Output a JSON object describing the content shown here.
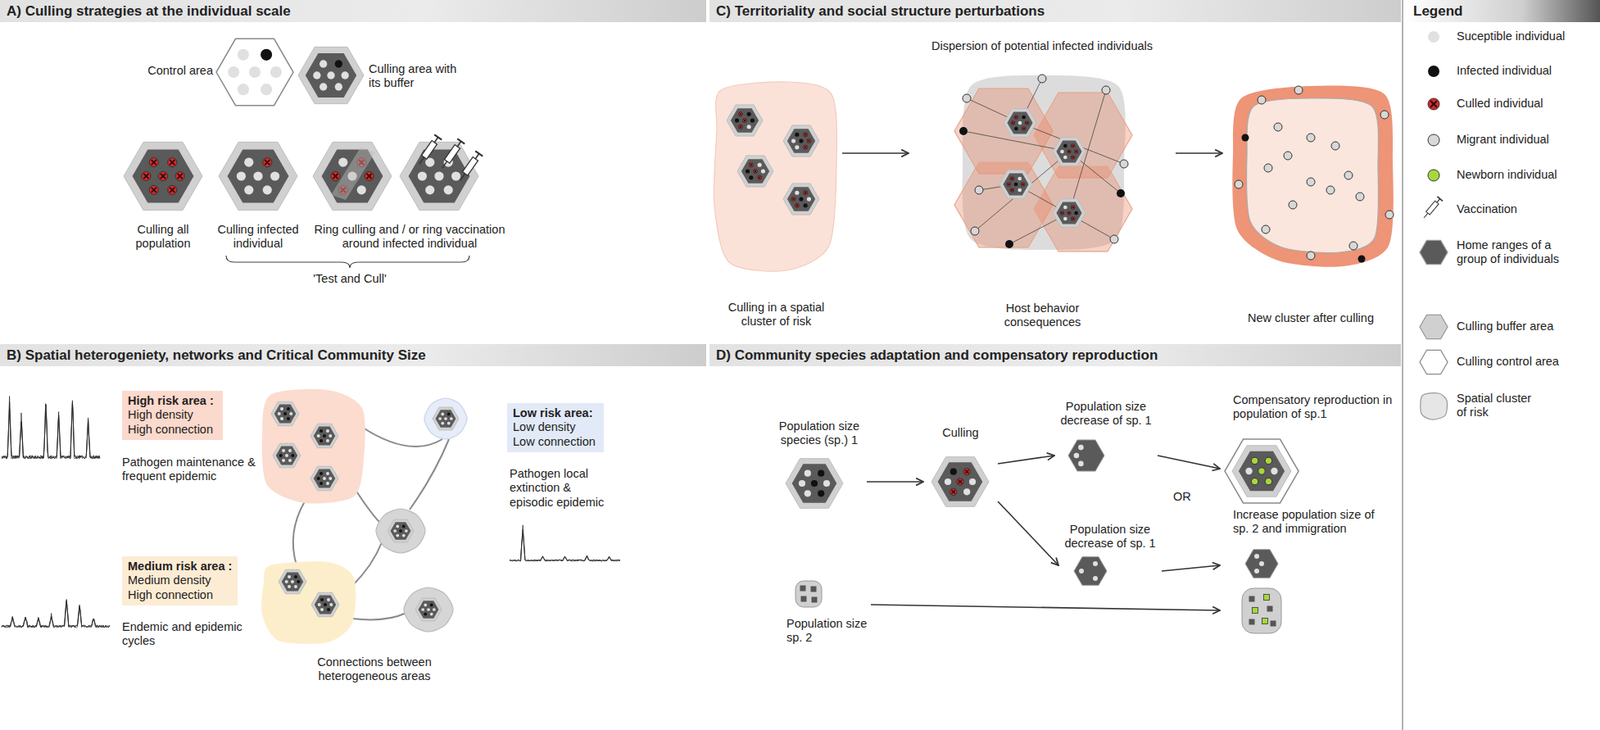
{
  "diagram": {
    "nodes": [
      {
        "text": [
          "A) Culling strategies at the individual scale"
        ]
      },
      {
        "text": [
          "Control area"
        ],
        "in": 0
      },
      {
        "text": [
          "Culling area with its buffer"
        ],
        "in": 0
      },
      {
        "text": [
          "Culling all population"
        ],
        "in": 0
      },
      {
        "text": [
          "Culling infected individual"
        ],
        "in": 0
      },
      {
        "text": [
          "Ring culling and / or ring vaccination around infected individual"
        ],
        "in": 0
      },
      {
        "text": [
          "B) Spatial heterogeniety, networks and Critical Community Size"
        ]
      },
      {
        "text": [
          "High risk area :",
          "High density High connection"
        ],
        "in": 6
      },
      {
        "text": [
          "Medium risk area :",
          "Medium density High connection"
        ],
        "in": 6
      },
      {
        "text": [
          "Low risk area:",
          "Low density Low connection"
        ],
        "in": 6
      },
      {
        "text": [
          "C) Territoriality and social structure perturbations"
        ]
      },
      {
        "text": [
          "Culling in a spatial cluster of risk"
        ],
        "in": 10
      },
      {
        "text": [
          "Dispersion of potential infected individuals",
          "Host behavior consequences"
        ],
        "in": 10
      },
      {
        "text": [
          "New cluster after culling"
        ],
        "in": 10
      },
      {
        "text": [
          "D) Community species adaptation and compensatory reproduction"
        ]
      },
      {
        "text": [
          "Population size species (sp.) 1"
        ],
        "in": 14
      },
      {
        "text": [
          "Culling"
        ],
        "in": 14
      },
      {
        "text": [
          "Population size decrease of sp. 1"
        ],
        "in": 14
      },
      {
        "text": [
          "Compensatory reproduction in population of sp.1"
        ],
        "in": 14
      },
      {
        "text": [
          "Population size decrease of sp. 1"
        ],
        "in": 14
      },
      {
        "text": [
          "Increase population size of sp. 2 and immigration"
        ],
        "in": 14
      },
      {
        "text": [
          "Population size sp. 2"
        ],
        "in": 14
      }
    ],
    "edges": [
      {
        "from": 11,
        "to": 12,
        "arrow": "to"
      },
      {
        "from": 12,
        "to": 13,
        "arrow": "to"
      },
      {
        "from": 15,
        "to": 16,
        "arrow": "to"
      },
      {
        "from": 16,
        "to": 17,
        "arrow": "to"
      },
      {
        "from": 16,
        "to": 19,
        "arrow": "to"
      },
      {
        "from": 17,
        "to": 18,
        "arrow": "to"
      },
      {
        "from": 19,
        "to": 20,
        "arrow": "to"
      },
      {
        "from": 21,
        "to": 20,
        "arrow": "to"
      }
    ],
    "labels": [
      "'Test and Cull'",
      "Pathogen maintenance & frequent epidemic",
      "Endemic and epidemic cycles",
      "Pathogen local extinction & episodic epidemic",
      "Connections between heterogeneous areas",
      "OR",
      "Legend"
    ],
    "legend": [
      {
        "text": "Suceptible individual",
        "color": "#e0e0e0"
      },
      {
        "text": "Infected individual",
        "color": "#111111"
      },
      {
        "text": "Culled individual"
      },
      {
        "text": "Migrant individual"
      },
      {
        "text": "Newborn individual",
        "color": "#a6d83c"
      },
      {
        "text": "Vaccination"
      },
      {
        "text": "Home ranges of a group of individuals",
        "color": "#5a5a5a"
      },
      {
        "text": "Culling buffer area",
        "color": "#d0d0d0"
      },
      {
        "text": "Culling control area",
        "color": "#ffffff"
      },
      {
        "text": "Spatial cluster of risk"
      }
    ]
  }
}
